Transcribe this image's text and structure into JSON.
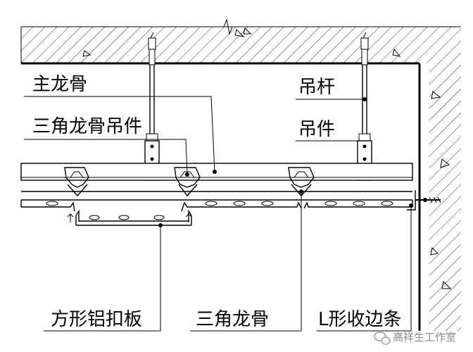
{
  "labels": {
    "main_keel": "主龙骨",
    "triangle_keel_hanger": "三角龙骨吊件",
    "hanger_rod": "吊杆",
    "hanger": "吊件",
    "square_aluminum_panel": "方形铝扣板",
    "triangle_keel": "三角龙骨",
    "l_edge_strip": "L形收边条"
  },
  "watermark": {
    "text": "高祥生工作室"
  },
  "colors": {
    "line": "#000000",
    "hatch": "#000000",
    "background": "#ffffff",
    "watermark": "#8a8a8a"
  }
}
